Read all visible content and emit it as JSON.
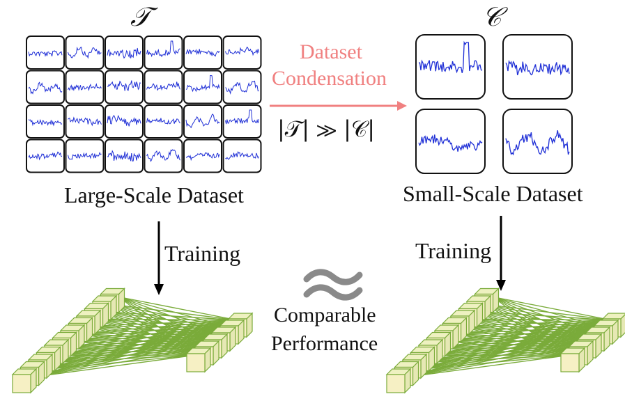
{
  "large": {
    "symbol": "𝒯",
    "label": "Large-Scale Dataset",
    "grid_rows": 4,
    "grid_cols": 6
  },
  "small": {
    "symbol": "𝒞",
    "label": "Small-Scale Dataset",
    "grid_rows": 2,
    "grid_cols": 2
  },
  "condensation": {
    "label_line1": "Dataset",
    "label_line2": "Condensation",
    "relation": "|𝒯| ≫ |𝒞|"
  },
  "training_left": "Training",
  "training_right": "Training",
  "approx_symbol": "≈",
  "comparable": {
    "line1": "Comparable",
    "line2": "Performance"
  },
  "colors": {
    "signal": "#1f2fd6",
    "accent": "#f08080",
    "network_face": "#f6f0c4",
    "network_edge": "#7aab3a",
    "approx": "#8a8a8a"
  }
}
